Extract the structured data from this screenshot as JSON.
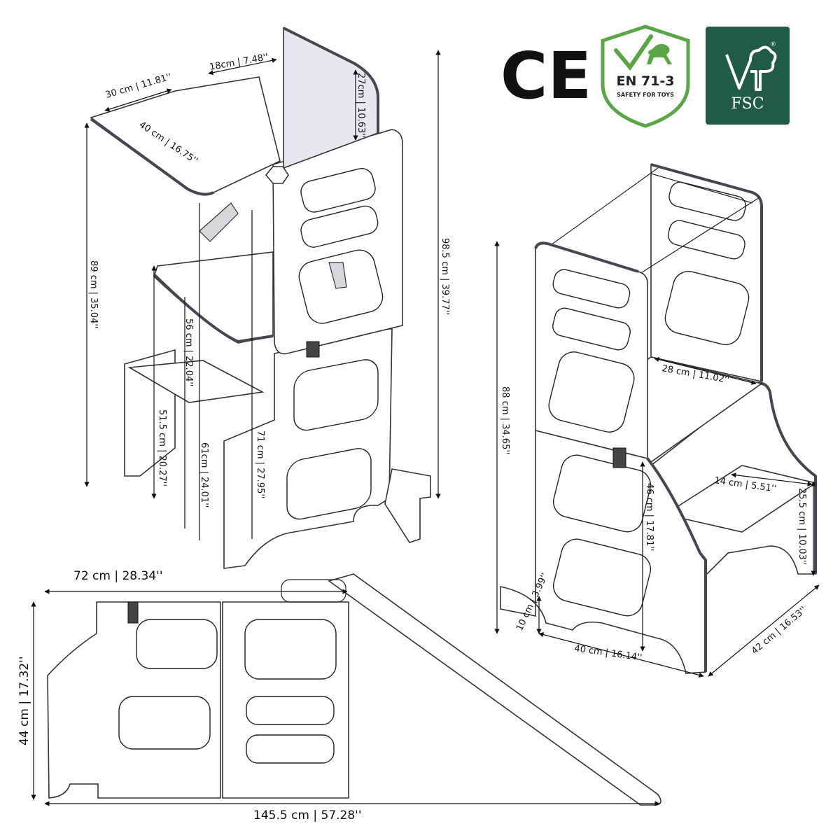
{
  "certifications": {
    "ce": {
      "label": "CE"
    },
    "en71": {
      "line1": "EN 71-3",
      "line2": "SAFETY FOR TOYS",
      "color": "#5aa646"
    },
    "fsc": {
      "label": "FSC",
      "color": "#1f5b45",
      "reg": "®"
    }
  },
  "high_chair": {
    "dims": {
      "tray_depth": "30 cm | 11.81''",
      "back_width": "18cm | 7.48''",
      "tray_width": "40 cm | 16.75''",
      "back_height": "27cm | 10.63''",
      "total_height": "98.5 cm | 39.77''",
      "table_height": "89 cm | 35.04''",
      "seat_to_tray": "56 cm | 22.04''",
      "seat_height": "51.5 cm | 20.27''",
      "footrest": "61cm | 24.01''",
      "frame_height": "71 cm | 27.95''"
    }
  },
  "learning_tower": {
    "dims": {
      "height": "88 cm | 34.65''",
      "inner_width": "28 cm | 11.02''",
      "step_depth": "14 cm | 5.51''",
      "step_height": "25.5 cm | 10.03''",
      "platform": "46 cm | 17.81''",
      "base": "10 cm | 3.99''",
      "width": "40 cm | 16.14''",
      "depth": "42 cm | 16.53''"
    }
  },
  "slide": {
    "dims": {
      "top_width": "72 cm | 28.34''",
      "height": "44 cm | 17.32''",
      "length": "145.5 cm | 57.28''"
    }
  }
}
